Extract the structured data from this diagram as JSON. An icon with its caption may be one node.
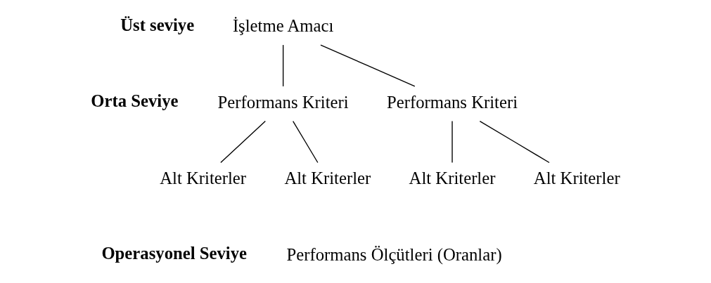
{
  "diagram": {
    "nodes": [
      {
        "text": [
          "İşletme Amacı"
        ]
      },
      {
        "text": [
          "Performans Kriteri"
        ]
      },
      {
        "text": [
          "Performans Kriteri"
        ]
      },
      {
        "text": [
          "Alt Kriterler"
        ]
      },
      {
        "text": [
          "Alt Kriterler"
        ]
      },
      {
        "text": [
          "Alt Kriterler"
        ]
      },
      {
        "text": [
          "Alt Kriterler"
        ]
      }
    ],
    "edges": [
      {
        "from": 0,
        "to": 1,
        "arrow": "none"
      },
      {
        "from": 0,
        "to": 2,
        "arrow": "none"
      },
      {
        "from": 1,
        "to": 3,
        "arrow": "none"
      },
      {
        "from": 1,
        "to": 4,
        "arrow": "none"
      },
      {
        "from": 2,
        "to": 5,
        "arrow": "none"
      },
      {
        "from": 2,
        "to": 6,
        "arrow": "none"
      }
    ],
    "labels": [
      "Üst seviye",
      "Orta Seviye",
      "Operasyonel Seviye",
      "Performans Ölçütleri (Oranlar)"
    ]
  }
}
